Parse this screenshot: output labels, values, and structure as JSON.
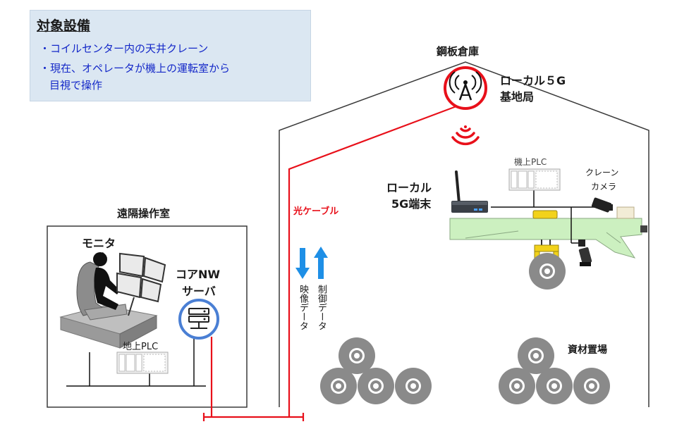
{
  "info_box": {
    "title": "対象設備",
    "items": [
      "・コイルセンター内の天井クレーン",
      "・現在、オペレータが機上の運転室から",
      "目視で操作"
    ]
  },
  "warehouse": {
    "label": "鋼板倉庫"
  },
  "base_station": {
    "label_line1": "ローカル５G",
    "label_line2": "基地局"
  },
  "terminal": {
    "label_line1": "ローカル",
    "label_line2": "5G端末"
  },
  "onboard_plc": {
    "label": "機上PLC"
  },
  "crane_camera": {
    "label_line1": "クレーン",
    "label_line2": "カメラ"
  },
  "cable": {
    "label": "光ケーブル",
    "color": "#e8101a"
  },
  "data_flow": {
    "down_label": "映像データ",
    "up_label": "制御データ",
    "arrow_color": "#1e8fe6"
  },
  "remote_room": {
    "label": "遠隔操作室"
  },
  "monitor": {
    "label": "モニタ"
  },
  "core_server": {
    "label_line1": "コアNW",
    "label_line2": "サーバ",
    "ring_color": "#4a7fd4"
  },
  "ground_plc": {
    "label": "地上PLC"
  },
  "storage": {
    "label": "資材置場"
  },
  "colors": {
    "crane_girder": "#ccf0c0",
    "coil": "#8a8a8a",
    "trolley": "#f2d21a",
    "signal": "#e8101a"
  }
}
